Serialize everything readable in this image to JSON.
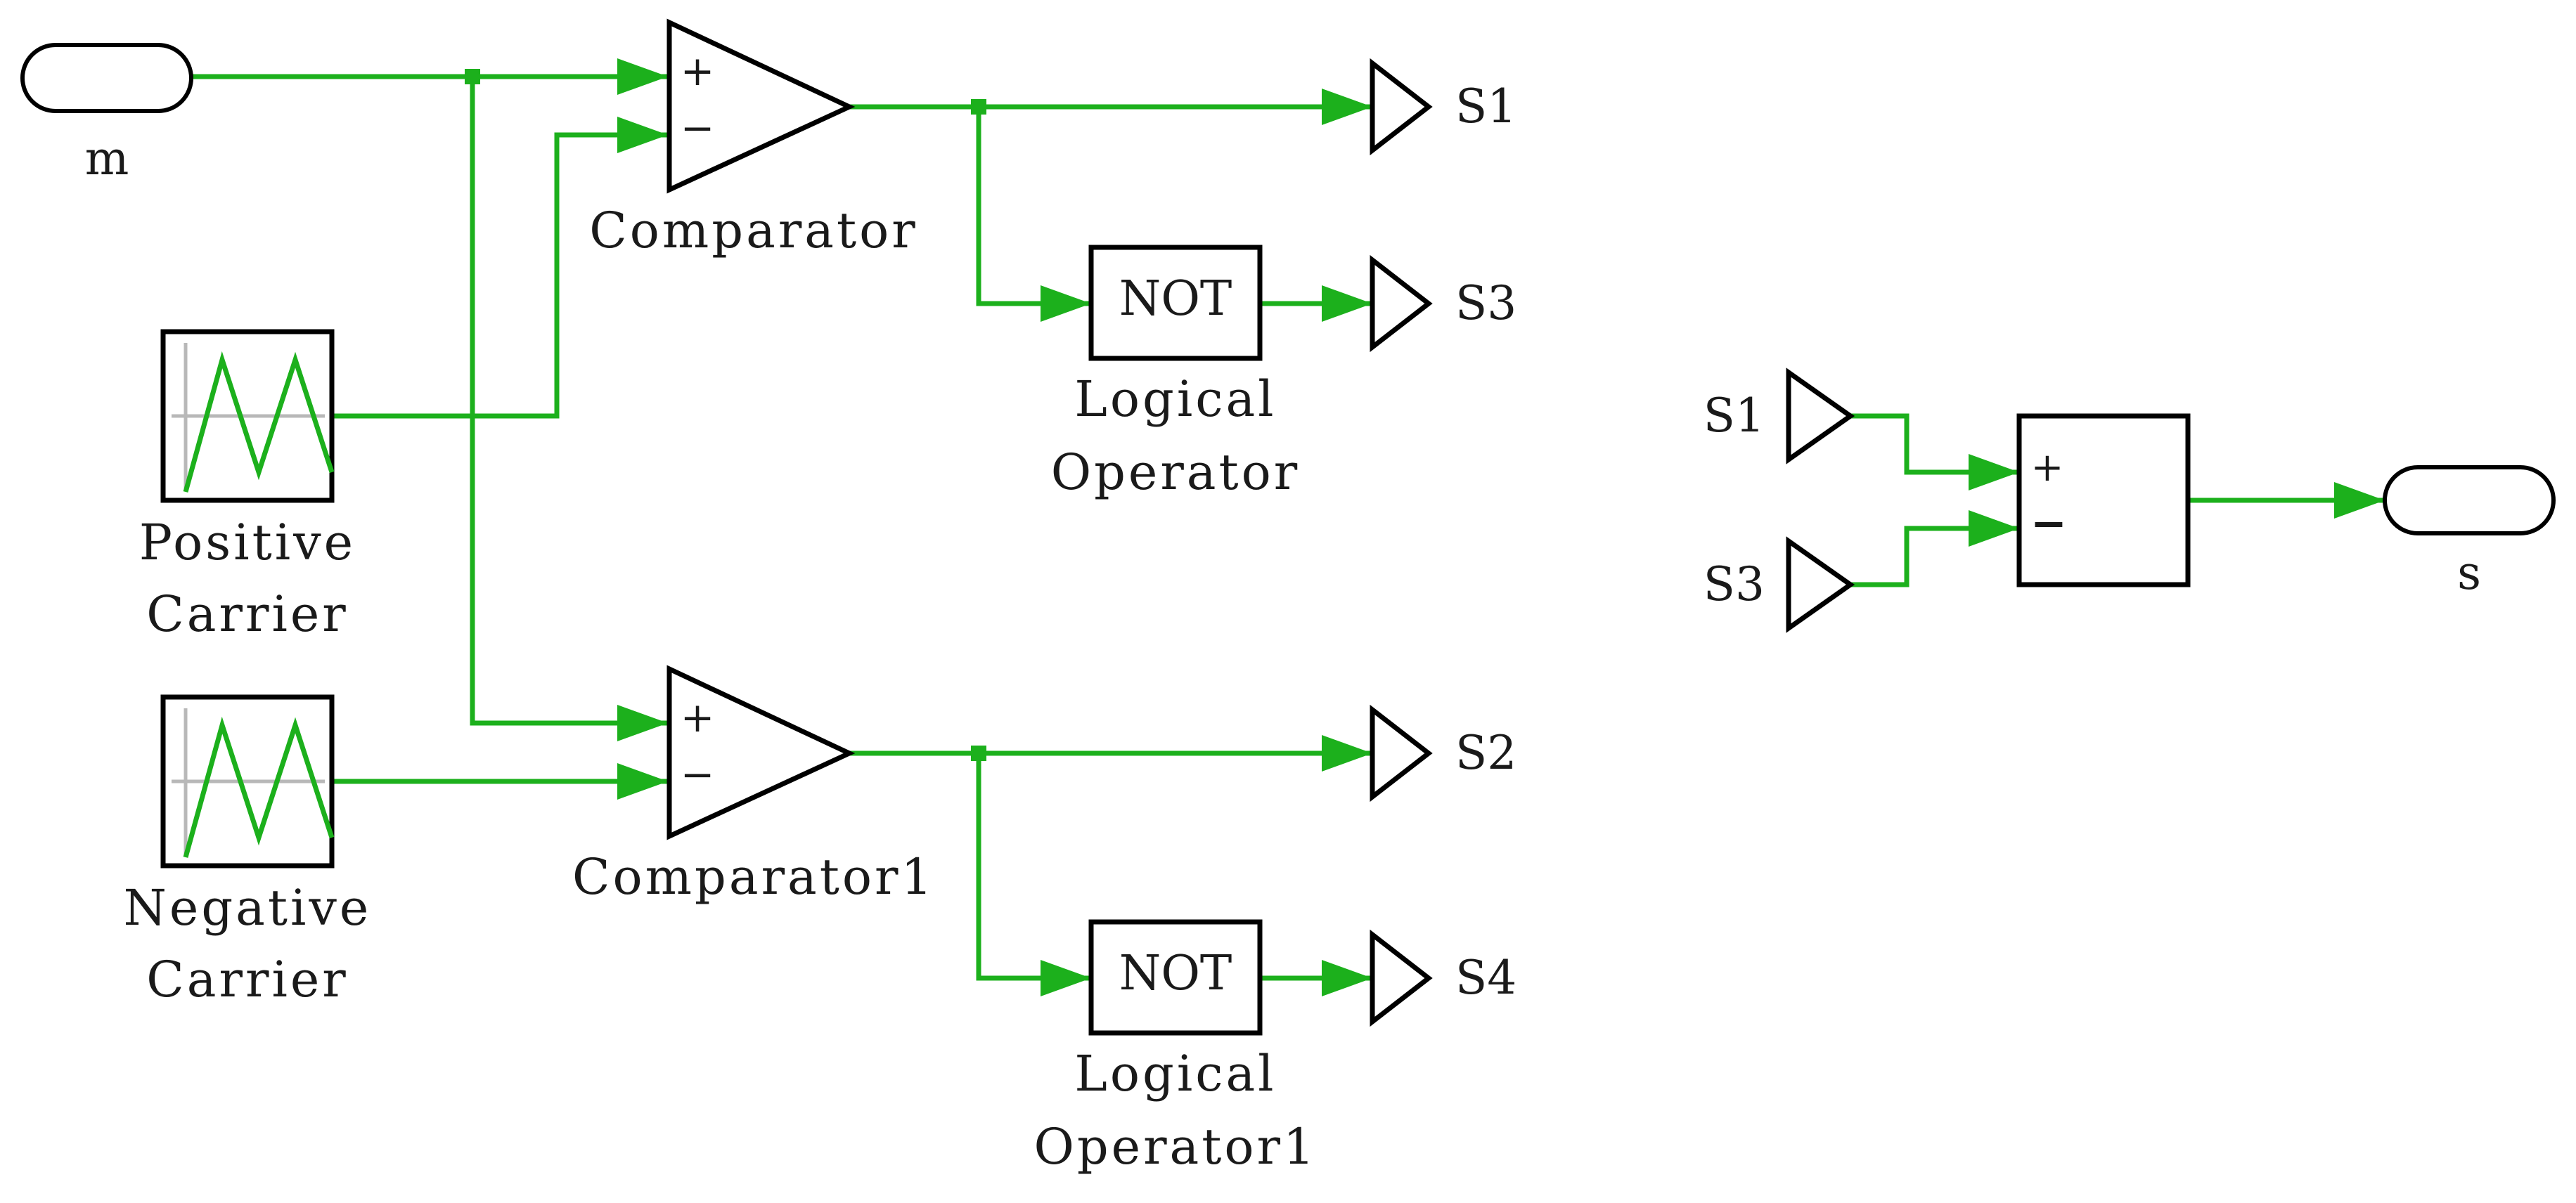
{
  "colors": {
    "wire": "#1cb01c",
    "block_stroke": "#000000",
    "carrier_axis": "#b8b8b8",
    "background": "#ffffff"
  },
  "inports": [
    {
      "id": "m",
      "label": "m"
    }
  ],
  "outports": [
    {
      "id": "s",
      "label": "s"
    }
  ],
  "carriers": [
    {
      "id": "pos",
      "label_lines": [
        "Positive",
        "Carrier"
      ]
    },
    {
      "id": "neg",
      "label_lines": [
        "Negative",
        "Carrier"
      ]
    }
  ],
  "comparators": [
    {
      "id": "c0",
      "label": "Comparator",
      "plus": "+",
      "minus": "−"
    },
    {
      "id": "c1",
      "label": "Comparator1",
      "plus": "+",
      "minus": "−"
    }
  ],
  "logical_operators": [
    {
      "id": "n0",
      "text": "NOT",
      "label_lines": [
        "Logical",
        "Operator"
      ]
    },
    {
      "id": "n1",
      "text": "NOT",
      "label_lines": [
        "Logical",
        "Operator1"
      ]
    }
  ],
  "goto_tags": [
    "S1",
    "S3",
    "S2",
    "S4"
  ],
  "from_tags": [
    "S1",
    "S3"
  ],
  "sum_block": {
    "plus": "+",
    "minus": "−"
  }
}
